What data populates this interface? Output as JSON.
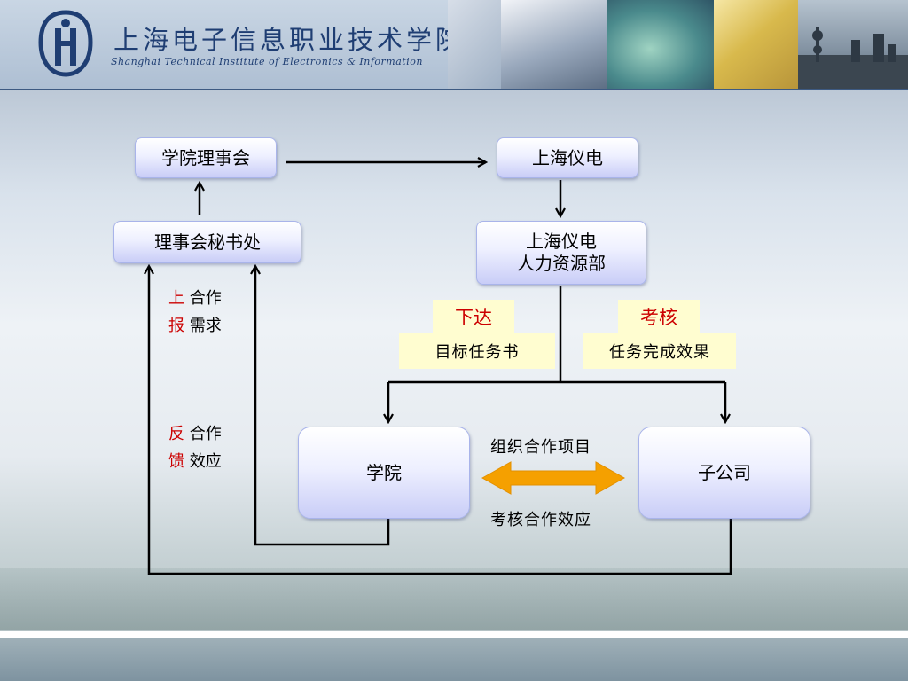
{
  "header": {
    "title_cn": "上海电子信息职业技术学院",
    "title_en": "Shanghai Technical Institute of Electronics & Information"
  },
  "nodes": {
    "council": "学院理事会",
    "secretariat": "理事会秘书处",
    "shanghai_yidian": "上海仪电",
    "hr_line1": "上海仪电",
    "hr_line2": "人力资源部",
    "college": "学院",
    "subsidiary": "子公司"
  },
  "tags": {
    "issue": "下达",
    "target": "目标任务书",
    "assess": "考核",
    "result": "任务完成效果"
  },
  "side_labels": {
    "report_1": "上",
    "report_2": "报",
    "demand_1": "合作",
    "demand_2": "需求",
    "feedback_1": "反",
    "feedback_2": "馈",
    "effect_1": "合作",
    "effect_2": "效应"
  },
  "mid_labels": {
    "organize": "组织合作项目",
    "evaluate": "考核合作效应"
  },
  "colors": {
    "accent_red": "#cc0000",
    "tag_bg": "#fffdd0",
    "node_fill": "#c9cdf7",
    "arrow_orange": "#f5a000",
    "header_blue": "#1f3e73"
  }
}
